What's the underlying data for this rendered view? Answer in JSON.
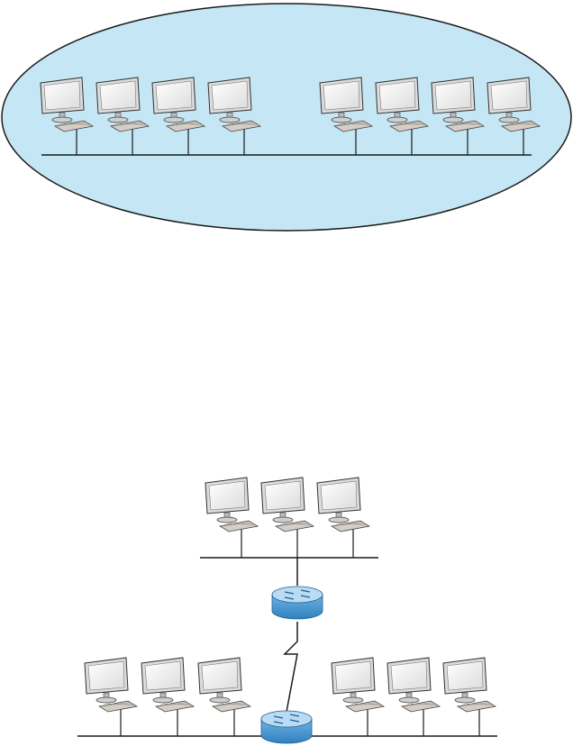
{
  "colors": {
    "domain_fill": "#c5e6f4",
    "domain_stroke": "#1a1a1a",
    "line": "#1a1a1a",
    "monitor_frame": "#dcdcdc",
    "monitor_screen": "#ececec",
    "keyboard": "#d4cec6",
    "router_body": "#4a9ad4",
    "router_top": "#b9dcf4"
  },
  "diagrams": {
    "flat_network": {
      "shape": "ellipse",
      "workstation_count": 8,
      "segments": 1
    },
    "routed_network": {
      "router_count": 2,
      "segments": [
        {
          "workstation_count": 3
        },
        {
          "workstation_count": 3
        },
        {
          "workstation_count": 3
        }
      ],
      "wan_link": "serial"
    }
  }
}
